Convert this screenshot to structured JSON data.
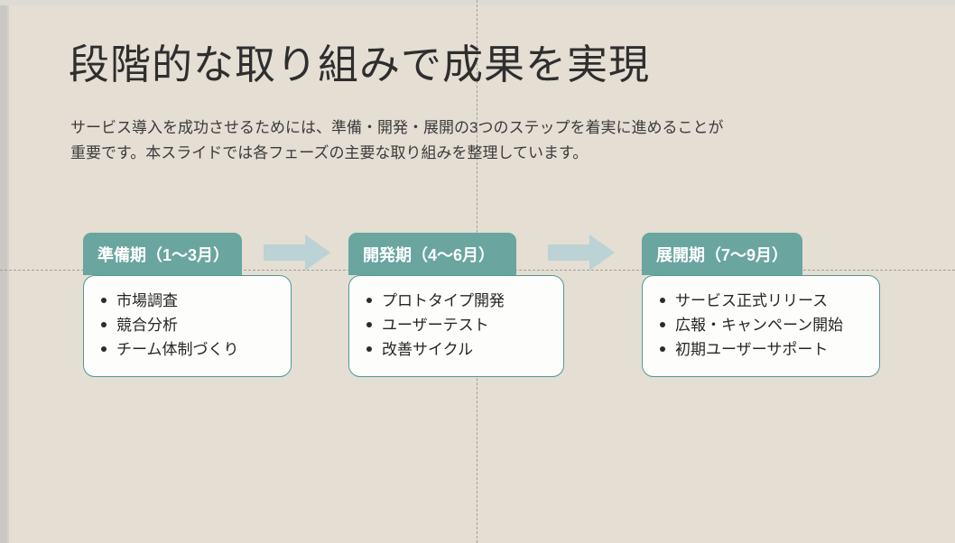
{
  "slide": {
    "title": "段階的な取り組みで成果を実現",
    "subtitle_line1": "サービス導入を成功させるためには、準備・開発・展開の3つのステップを着実に進めることが",
    "subtitle_line2": "重要です。本スライドでは各フェーズの主要な取り組みを整理しています。",
    "background_color": "#e4ded3",
    "accent_color": "#6aa5a0",
    "arrow_color": "#bcd2d4"
  },
  "phases": [
    {
      "header": "準備期（1〜3月）",
      "items": [
        "市場調査",
        "競合分析",
        "チーム体制づくり"
      ]
    },
    {
      "header": "開発期（4〜6月）",
      "items": [
        "プロトタイプ開発",
        "ユーザーテスト",
        "改善サイクル"
      ]
    },
    {
      "header": "展開期（7〜9月）",
      "items": [
        "サービス正式リリース",
        "広報・キャンペーン開始",
        "初期ユーザーサポート"
      ]
    }
  ],
  "connectors": [
    {
      "icon": "arrow-right-icon"
    },
    {
      "icon": "arrow-right-icon"
    }
  ]
}
